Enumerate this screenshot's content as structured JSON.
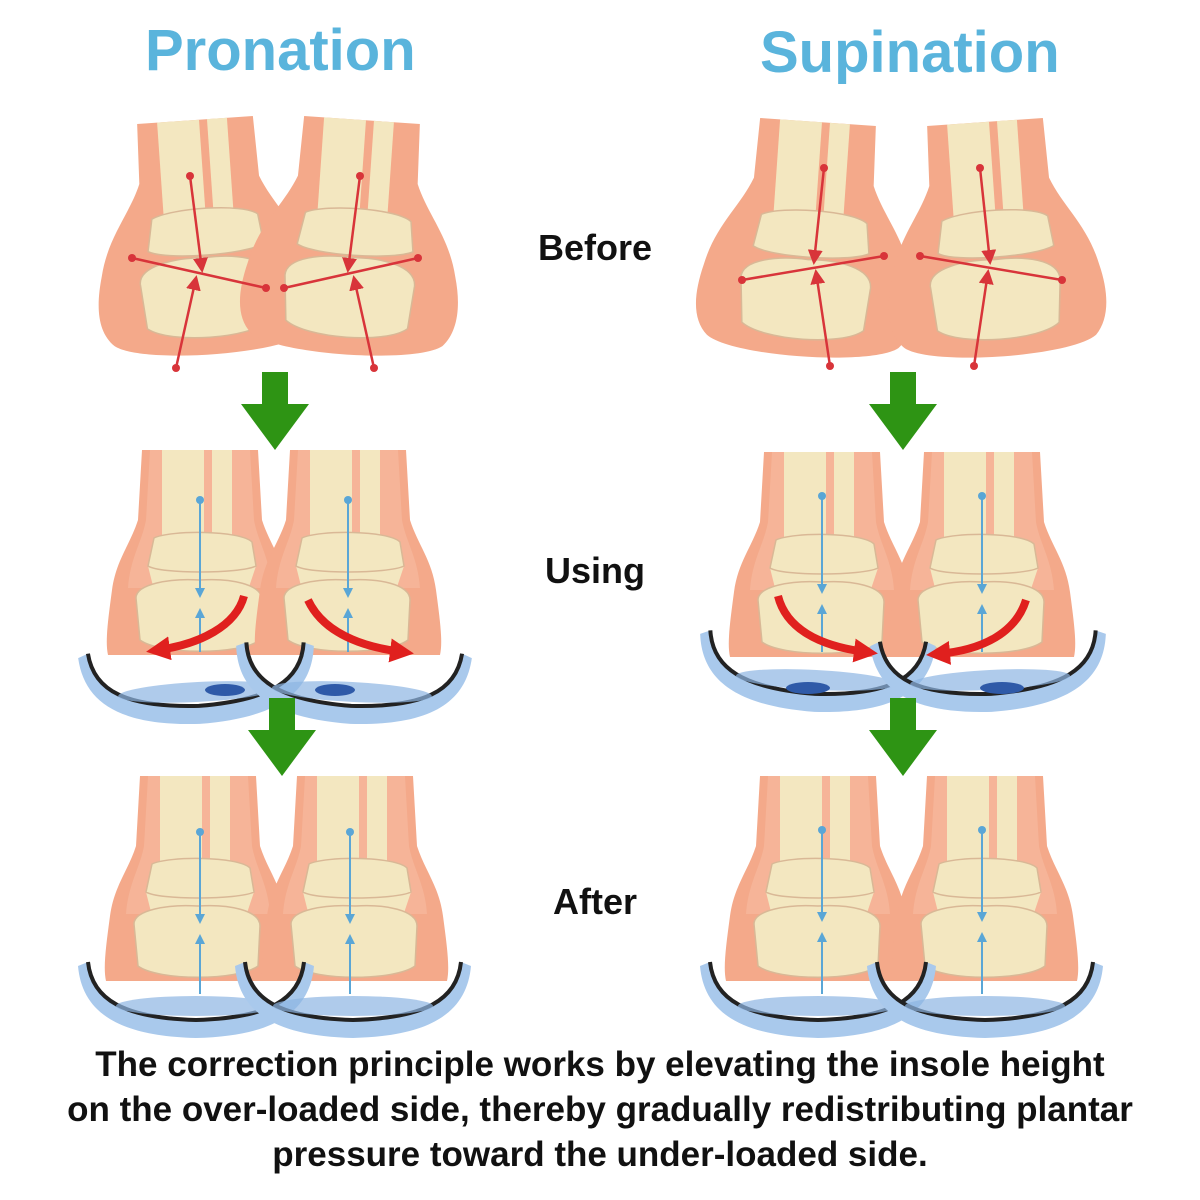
{
  "headings": {
    "left": "Pronation",
    "right": "Supination"
  },
  "stages": {
    "before": "Before",
    "using": "Using",
    "after": "After"
  },
  "caption": {
    "line1": "The correction principle works by elevating the insole height",
    "line2": "on the over-loaded side, thereby gradually redistributing plantar",
    "line3": "pressure toward the under-loaded side."
  },
  "colors": {
    "heading": "#5ab4dc",
    "skin": "#f4a98a",
    "bone": "#f3e7c0",
    "axis_before": "#d8343a",
    "axis_after": "#5aa6d6",
    "curve_arrow": "#e0201e",
    "step_arrow": "#2e9414",
    "insole": "#a9c9ec"
  }
}
